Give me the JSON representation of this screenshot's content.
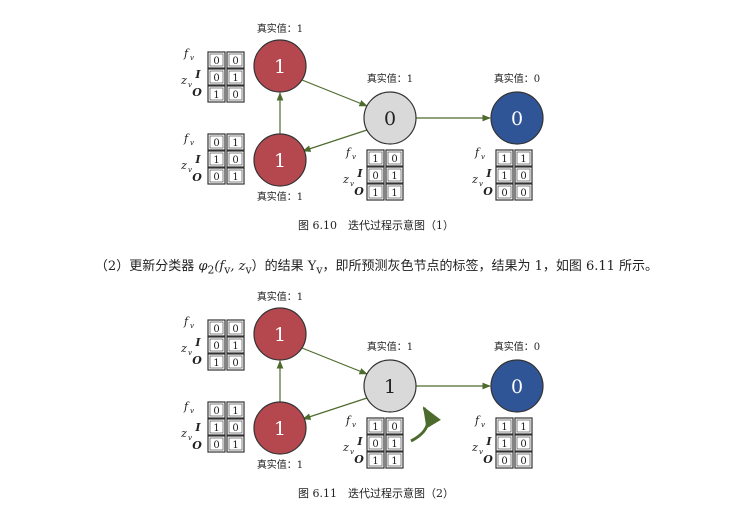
{
  "figures": [
    {
      "caption": "图 6.10　迭代过程示意图（1）",
      "nodes": [
        {
          "id": "top",
          "value": "1",
          "truth_label": "真实值：1",
          "color": "#b5484f"
        },
        {
          "id": "bottom",
          "value": "1",
          "truth_label": "真实值：1",
          "color": "#b5484f"
        },
        {
          "id": "center",
          "value": "0",
          "truth_label": "真实值：1",
          "color": "#d9d9d9"
        },
        {
          "id": "right",
          "value": "0",
          "truth_label": "真实值：0",
          "color": "#2f5597"
        }
      ],
      "tables": {
        "top": [
          [
            "0",
            "0"
          ],
          [
            "0",
            "1"
          ],
          [
            "1",
            "0"
          ]
        ],
        "bottom": [
          [
            "0",
            "1"
          ],
          [
            "1",
            "0"
          ],
          [
            "0",
            "1"
          ]
        ],
        "center": [
          [
            "1",
            "0"
          ],
          [
            "0",
            "1"
          ],
          [
            "1",
            "1"
          ]
        ],
        "right": [
          [
            "1",
            "1"
          ],
          [
            "1",
            "0"
          ],
          [
            "0",
            "0"
          ]
        ]
      }
    },
    {
      "caption": "图 6.11　迭代过程示意图（2）",
      "nodes": [
        {
          "id": "top",
          "value": "1",
          "truth_label": "真实值：1",
          "color": "#b5484f"
        },
        {
          "id": "bottom",
          "value": "1",
          "truth_label": "真实值：1",
          "color": "#b5484f"
        },
        {
          "id": "center",
          "value": "1",
          "truth_label": "真实值：1",
          "color": "#d9d9d9"
        },
        {
          "id": "right",
          "value": "0",
          "truth_label": "真实值：0",
          "color": "#2f5597"
        }
      ],
      "tables": {
        "top": [
          [
            "0",
            "0"
          ],
          [
            "0",
            "1"
          ],
          [
            "1",
            "0"
          ]
        ],
        "bottom": [
          [
            "0",
            "1"
          ],
          [
            "1",
            "0"
          ],
          [
            "0",
            "1"
          ]
        ],
        "center": [
          [
            "1",
            "0"
          ],
          [
            "0",
            "1"
          ],
          [
            "1",
            "1"
          ]
        ],
        "right": [
          [
            "1",
            "1"
          ],
          [
            "1",
            "0"
          ],
          [
            "0",
            "0"
          ]
        ]
      }
    }
  ],
  "row_labels": {
    "fv": "f",
    "fv_sub": "v",
    "I": "I",
    "zv": "z",
    "zv_sub": "v",
    "O": "O"
  },
  "paragraph": {
    "prefix": "（2）更新分类器 ",
    "phi": "φ",
    "phi_sub": "2",
    "args": "(f",
    "args_sub1": "v",
    "args_mid": ", z",
    "args_sub2": "v",
    "args_end": "）的结果 Y",
    "y_sub": "v",
    "suffix": "，即所预测灰色节点的标签，结果为 1，如图 6.11 所示。"
  },
  "colors": {
    "edge": "#4e6b2e",
    "outline": "#333333",
    "red": "#b5484f",
    "gray": "#d9d9d9",
    "blue": "#2f5597"
  }
}
